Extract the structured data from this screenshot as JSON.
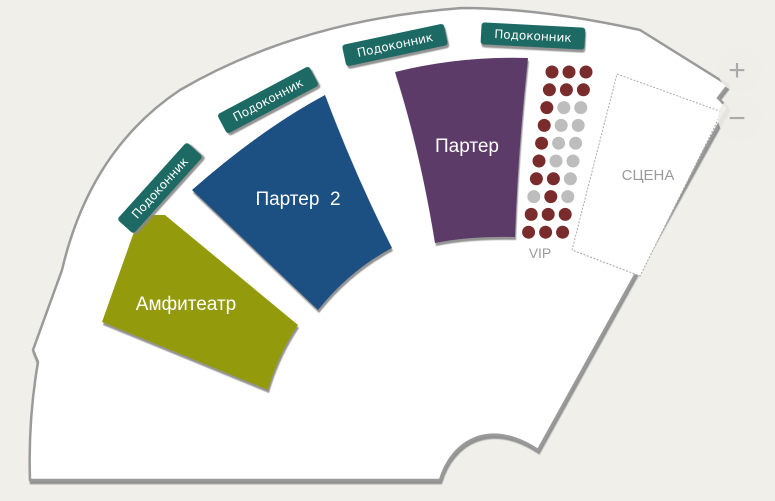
{
  "sections": {
    "amphitheatre": {
      "label": "Амфитеатр",
      "color": "#939b0a"
    },
    "parter2": {
      "label": "Партер  2",
      "color": "#1a4f82"
    },
    "parter": {
      "label": "Партер",
      "color": "#5b3b69"
    }
  },
  "windowsills": [
    {
      "label": "Подоконник"
    },
    {
      "label": "Подоконник"
    },
    {
      "label": "Подоконник"
    },
    {
      "label": "Подоконник"
    }
  ],
  "windowsill_color": "#1a6b64",
  "vip": {
    "label": "VIP",
    "available_color": "#7a2c2c",
    "taken_color": "#bdbdbd",
    "rows": [
      [
        "available",
        "available",
        "available"
      ],
      [
        "available",
        "available",
        "available"
      ],
      [
        "available",
        "taken",
        "taken"
      ],
      [
        "available",
        "taken",
        "taken"
      ],
      [
        "available",
        "taken",
        "taken"
      ],
      [
        "available",
        "taken",
        "taken"
      ],
      [
        "available",
        "available",
        "taken"
      ],
      [
        "taken",
        "available",
        "taken"
      ],
      [
        "available",
        "available",
        "available"
      ],
      [
        "available",
        "available",
        "available"
      ]
    ]
  },
  "stage": {
    "label": "СЦЕНА"
  },
  "zoom": {
    "plus": "+",
    "minus": "−"
  }
}
